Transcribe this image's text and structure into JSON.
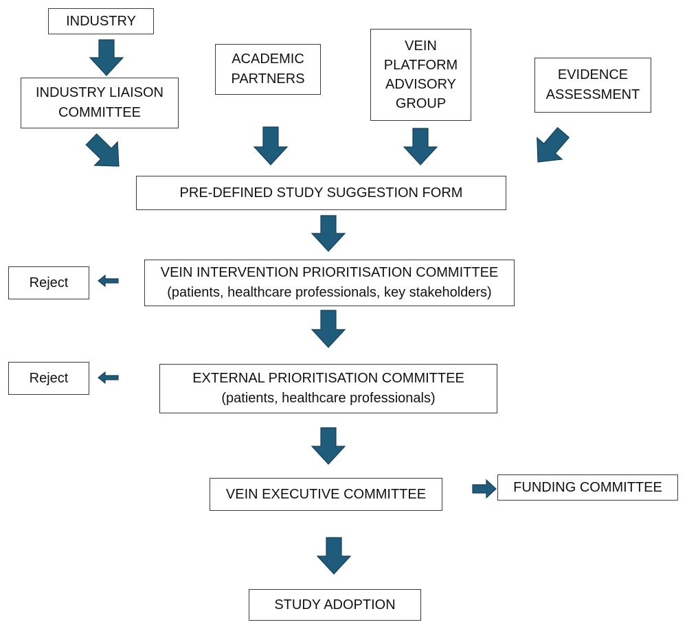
{
  "diagram": {
    "arrow_color": "#1f5b7a",
    "nodes": {
      "industry": {
        "lines": [
          "INDUSTRY"
        ]
      },
      "liaison": {
        "lines": [
          "INDUSTRY LIAISON",
          "COMMITTEE"
        ]
      },
      "academic": {
        "lines": [
          "ACADEMIC",
          "PARTNERS"
        ]
      },
      "advisory": {
        "lines": [
          "VEIN",
          "PLATFORM",
          "ADVISORY",
          "GROUP"
        ]
      },
      "evidence": {
        "lines": [
          "EVIDENCE",
          "ASSESSMENT"
        ]
      },
      "form": {
        "lines": [
          "PRE-DEFINED STUDY SUGGESTION FORM"
        ]
      },
      "vipc": {
        "lines": [
          "VEIN INTERVENTION PRIORITISATION COMMITTEE",
          "(patients, healthcare professionals, key stakeholders)"
        ]
      },
      "reject1": {
        "lines": [
          "Reject"
        ]
      },
      "epc": {
        "lines": [
          "EXTERNAL PRIORITISATION COMMITTEE",
          "(patients, healthcare professionals)"
        ]
      },
      "reject2": {
        "lines": [
          "Reject"
        ]
      },
      "executive": {
        "lines": [
          "VEIN EXECUTIVE COMMITTEE"
        ]
      },
      "funding": {
        "lines": [
          "FUNDING COMMITTEE"
        ]
      },
      "adoption": {
        "lines": [
          "STUDY ADOPTION"
        ]
      }
    }
  }
}
